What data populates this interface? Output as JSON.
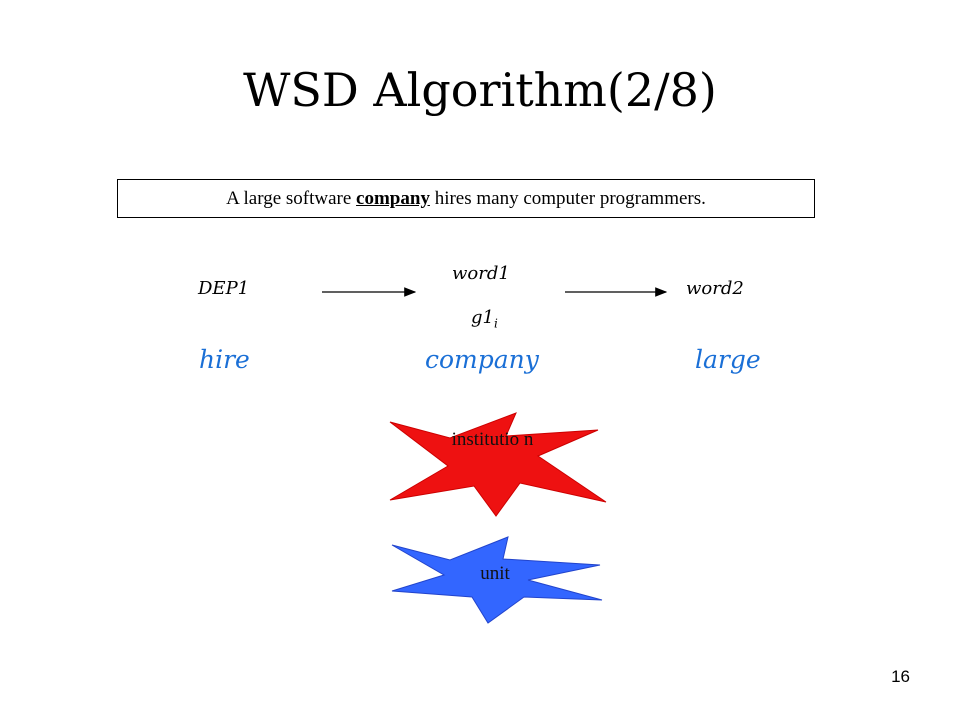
{
  "slide": {
    "title": "WSD Algorithm(2/8)",
    "page_number": "16"
  },
  "sentence": {
    "before": "A large software ",
    "target": "company",
    "after": " hires many computer programmers."
  },
  "dependency": {
    "dep_label": "DEP1",
    "word1_label": "word1",
    "word2_label": "word2",
    "gloss_base": "g1",
    "gloss_sub": "i",
    "hire": "hire",
    "company": "company",
    "large": "large"
  },
  "senses": {
    "institution": "institutio n",
    "unit": "unit"
  },
  "colors": {
    "accent_blue_text": "#1a6fd6",
    "institution_fill": "#ee1111",
    "unit_fill": "#3366ff"
  }
}
